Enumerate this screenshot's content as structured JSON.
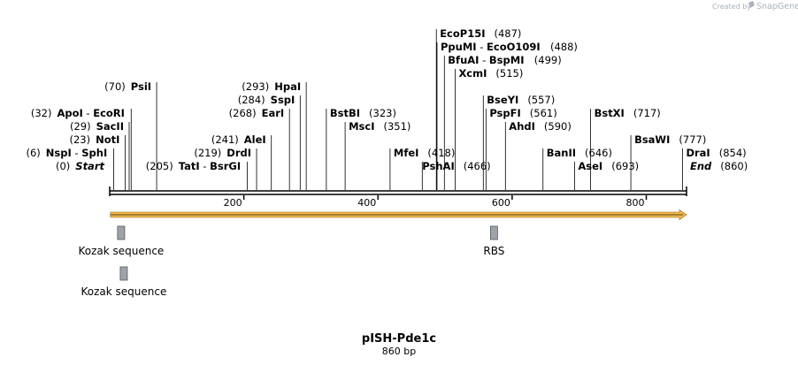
{
  "credit": {
    "prefix": "Created by",
    "brand": "SnapGene"
  },
  "map": {
    "name": "pISH-Pde1c",
    "length_label": "860 bp",
    "length_bp": 860,
    "ticks": [
      200,
      400,
      600,
      800
    ],
    "tick_labels": [
      "200",
      "400",
      "600",
      "800"
    ]
  },
  "sites": [
    {
      "id": "nspi-sphi",
      "pos": 6,
      "pos_label": "(6)",
      "parts": [
        "NspI",
        "SphI"
      ],
      "row": 1
    },
    {
      "id": "start",
      "pos": 0,
      "pos_label": "(0)",
      "parts": [
        "Start"
      ],
      "row": 0,
      "italic": true
    },
    {
      "id": "noti",
      "pos": 23,
      "pos_label": "(23)",
      "parts": [
        "NotI"
      ],
      "row": 2
    },
    {
      "id": "sacii",
      "pos": 29,
      "pos_label": "(29)",
      "parts": [
        "SacII"
      ],
      "row": 3
    },
    {
      "id": "apoi-ecori",
      "pos": 32,
      "pos_label": "(32)",
      "parts": [
        "ApoI",
        "EcoRI"
      ],
      "row": 4
    },
    {
      "id": "psii",
      "pos": 70,
      "pos_label": "(70)",
      "parts": [
        "PsiI"
      ],
      "row": 6
    },
    {
      "id": "tati-bsrgi",
      "pos": 205,
      "pos_label": "(205)",
      "parts": [
        "TatI",
        "BsrGI"
      ],
      "row": 0
    },
    {
      "id": "drdi",
      "pos": 219,
      "pos_label": "(219)",
      "parts": [
        "DrdI"
      ],
      "row": 1
    },
    {
      "id": "alei",
      "pos": 241,
      "pos_label": "(241)",
      "parts": [
        "AleI"
      ],
      "row": 2
    },
    {
      "id": "eari",
      "pos": 268,
      "pos_label": "(268)",
      "parts": [
        "EarI"
      ],
      "row": 4
    },
    {
      "id": "sspi",
      "pos": 284,
      "pos_label": "(284)",
      "parts": [
        "SspI"
      ],
      "row": 5
    },
    {
      "id": "hpai",
      "pos": 293,
      "pos_label": "(293)",
      "parts": [
        "HpaI"
      ],
      "row": 6
    },
    {
      "id": "bstbi",
      "pos": 323,
      "pos_label": "(323)",
      "parts": [
        "BstBI"
      ],
      "row": 4
    },
    {
      "id": "msci",
      "pos": 351,
      "pos_label": "(351)",
      "parts": [
        "MscI"
      ],
      "row": 3
    },
    {
      "id": "mfei",
      "pos": 418,
      "pos_label": "(418)",
      "parts": [
        "MfeI"
      ],
      "row": 1
    },
    {
      "id": "pshai",
      "pos": 466,
      "pos_label": "(466)",
      "parts": [
        "PshAI"
      ],
      "row": 0
    },
    {
      "id": "ecop15i",
      "pos": 487,
      "pos_label": "(487)",
      "parts": [
        "EcoP15I"
      ],
      "row": 10
    },
    {
      "id": "ppumi",
      "pos": 488,
      "pos_label": "(488)",
      "parts": [
        "PpuMI",
        "EcoO109I"
      ],
      "row": 9
    },
    {
      "id": "bfuai",
      "pos": 499,
      "pos_label": "(499)",
      "parts": [
        "BfuAI",
        "BspMI"
      ],
      "row": 8
    },
    {
      "id": "xcmi",
      "pos": 515,
      "pos_label": "(515)",
      "parts": [
        "XcmI"
      ],
      "row": 7
    },
    {
      "id": "bseyi",
      "pos": 557,
      "pos_label": "(557)",
      "parts": [
        "BseYI"
      ],
      "row": 5
    },
    {
      "id": "pspfi",
      "pos": 561,
      "pos_label": "(561)",
      "parts": [
        "PspFI"
      ],
      "row": 4
    },
    {
      "id": "ahdi",
      "pos": 590,
      "pos_label": "(590)",
      "parts": [
        "AhdI"
      ],
      "row": 3
    },
    {
      "id": "banii",
      "pos": 646,
      "pos_label": "(646)",
      "parts": [
        "BanII"
      ],
      "row": 1
    },
    {
      "id": "asei",
      "pos": 693,
      "pos_label": "(693)",
      "parts": [
        "AseI"
      ],
      "row": 0
    },
    {
      "id": "bstxi",
      "pos": 717,
      "pos_label": "(717)",
      "parts": [
        "BstXI"
      ],
      "row": 4
    },
    {
      "id": "bsawi",
      "pos": 777,
      "pos_label": "(777)",
      "parts": [
        "BsaWI"
      ],
      "row": 2
    },
    {
      "id": "drai",
      "pos": 854,
      "pos_label": "(854)",
      "parts": [
        "DraI"
      ],
      "row": 1
    },
    {
      "id": "end",
      "pos": 860,
      "pos_label": "(860)",
      "parts": [
        "End"
      ],
      "row": 0,
      "italic": true
    }
  ],
  "features": [
    {
      "id": "orf",
      "type": "arrow",
      "start": 1,
      "end": 860,
      "color": "#f2b94a"
    },
    {
      "id": "kozak-1",
      "type": "box",
      "pos": 17,
      "label": "Kozak sequence",
      "lane": 0,
      "color": "#9ea3ab"
    },
    {
      "id": "kozak-2",
      "type": "box",
      "pos": 21,
      "label": "Kozak sequence",
      "lane": 1,
      "color": "#9ea3ab"
    },
    {
      "id": "rbs",
      "type": "box",
      "pos": 573,
      "label": "RBS",
      "lane": 0,
      "color": "#9ea3ab"
    }
  ]
}
